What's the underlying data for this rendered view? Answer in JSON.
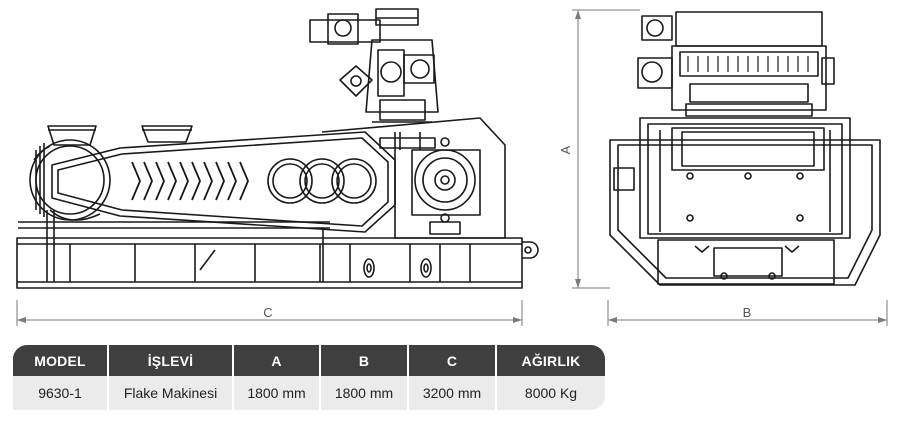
{
  "dimensions": {
    "a": "A",
    "b": "B",
    "c": "C"
  },
  "table": {
    "headers": [
      "MODEL",
      "İŞLEVİ",
      "A",
      "B",
      "C",
      "AĞIRLIK"
    ],
    "row": [
      "9630-1",
      "Flake Makinesi",
      "1800 mm",
      "1800 mm",
      "3200 mm",
      "8000 Kg"
    ]
  }
}
